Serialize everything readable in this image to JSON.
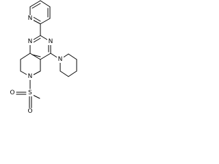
{
  "molecule": {
    "atoms": {
      "pyridine_n": "N",
      "pyrimidine_n1": "N",
      "pyrimidine_n3": "N",
      "piperidine_n": "N",
      "ring_n": "N",
      "sulfur": "S",
      "oxygen_left": "O",
      "oxygen_bottom": "O"
    }
  }
}
